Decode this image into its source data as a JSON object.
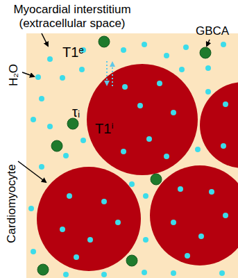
{
  "diagram": {
    "nodes": [
      {
        "text": [
          "T1ᵉ"
        ]
      },
      {
        "text": [
          "T1ⁱ"
        ],
        "in": 0
      }
    ],
    "labels": [
      "Myocardial interstitium (extracellular space)",
      "GBCA",
      "H₂O",
      "τᵢ",
      "Cardiomyocyte"
    ]
  }
}
